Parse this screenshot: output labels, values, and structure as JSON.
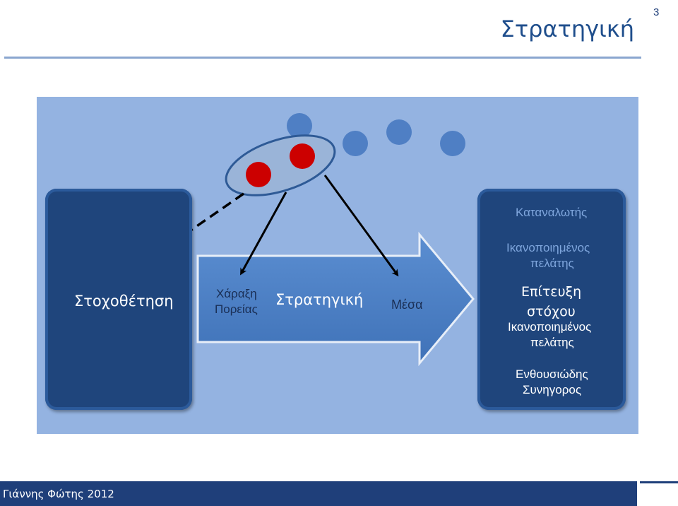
{
  "slide": {
    "title": "Στρατηγική"
  },
  "diagram": {
    "left_box": "Στοχοθέτηση",
    "arrow": {
      "label_route_1": "Χάραξη",
      "label_route_2": "Πορείας",
      "label_strategy": "Στρατηγική",
      "label_means": "Μέσα"
    },
    "right_box": {
      "consumer": "Καταναλωτής",
      "satisfied_1_line1": "Ικανοποιημένος",
      "satisfied_1_line2": "πελάτης",
      "goal_line1": "Επίτευξη",
      "goal_line2": "στόχου",
      "satisfied_2_line1": "Ικανοποιημένος",
      "satisfied_2_line2": "πελάτης",
      "advocate_line1": "Ενθουσιώδης",
      "advocate_line2": "Συνηγορος"
    },
    "colors": {
      "panel": "#94b3e1",
      "box": "#1f457c",
      "arrow": "#4f81c7",
      "blue_dot": "#4f7fc4",
      "red_dot": "#cc0000"
    }
  },
  "footer": {
    "author": "Γιάννης Φώτης 2012",
    "page_number": "3"
  }
}
